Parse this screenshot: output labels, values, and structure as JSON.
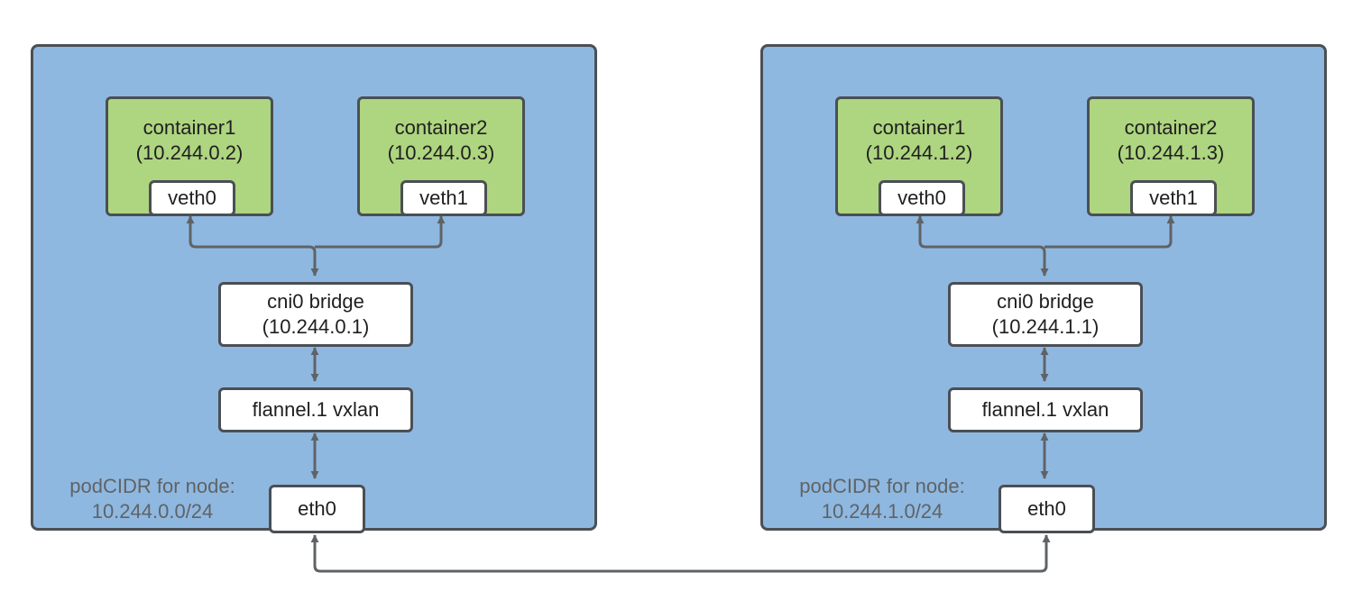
{
  "nodes": [
    {
      "containers": [
        {
          "name": "container1",
          "ip": "(10.244.0.2)",
          "veth": "veth0"
        },
        {
          "name": "container2",
          "ip": "(10.244.0.3)",
          "veth": "veth1"
        }
      ],
      "bridge": {
        "label": "cni0 bridge",
        "ip": "(10.244.0.1)"
      },
      "vxlan": "flannel.1 vxlan",
      "eth": "eth0",
      "podcidr": {
        "label": "podCIDR for node:",
        "value": "10.244.0.0/24"
      }
    },
    {
      "containers": [
        {
          "name": "container1",
          "ip": "(10.244.1.2)",
          "veth": "veth0"
        },
        {
          "name": "container2",
          "ip": "(10.244.1.3)",
          "veth": "veth1"
        }
      ],
      "bridge": {
        "label": "cni0 bridge",
        "ip": "(10.244.1.1)"
      },
      "vxlan": "flannel.1 vxlan",
      "eth": "eth0",
      "podcidr": {
        "label": "podCIDR for node:",
        "value": "10.244.1.0/24"
      }
    }
  ],
  "colors": {
    "node_fill": "#8fb8e0",
    "container_fill": "#aed580",
    "border": "#4b4f54",
    "connector": "#5f6366"
  }
}
